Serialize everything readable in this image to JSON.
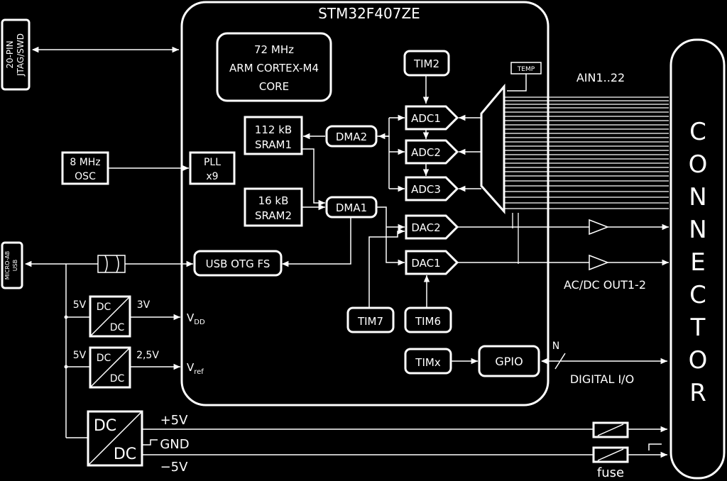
{
  "chip": {
    "title": "STM32F407ZE"
  },
  "core": {
    "line1": "72 MHz",
    "line2": "ARM CORTEX-M4",
    "line3": "CORE"
  },
  "blocks": {
    "tim2": "TIM2",
    "temp": "TEMP",
    "adc1": "ADC1",
    "adc2": "ADC2",
    "adc3": "ADC3",
    "dac1": "DAC1",
    "dac2": "DAC2",
    "sram1_l1": "112 kB",
    "sram1_l2": "SRAM1",
    "sram2_l1": "16 kB",
    "sram2_l2": "SRAM2",
    "dma1": "DMA1",
    "dma2": "DMA2",
    "pll_l1": "PLL",
    "pll_l2": "x9",
    "osc_l1": "8 MHz",
    "osc_l2": "OSC",
    "usb_otg": "USB OTG FS",
    "tim7": "TIM7",
    "tim6": "TIM6",
    "timx": "TIMx",
    "gpio": "GPIO",
    "jtag_l1": "20-PIN",
    "jtag_l2": "JTAG/SWD",
    "usb_l1": "MICRO-AB",
    "usb_l2": "USB"
  },
  "power": {
    "dc": "DC",
    "v5_a": "5V",
    "v3": "3V",
    "vdd_main": "V",
    "vdd_sub": "DD",
    "v5_b": "5V",
    "v25": "2,5V",
    "vref_main": "V",
    "vref_sub": "ref",
    "plus5": "+5V",
    "gnd": "GND",
    "minus5": "−5V",
    "fuse": "fuse"
  },
  "labels": {
    "ain": "AIN1..22",
    "acdc_out": "AC/DC OUT1-2",
    "digital_io": "DIGITAL I/O",
    "n": "N"
  },
  "connector": {
    "letters": [
      "C",
      "O",
      "N",
      "N",
      "E",
      "C",
      "T",
      "O",
      "R"
    ]
  }
}
